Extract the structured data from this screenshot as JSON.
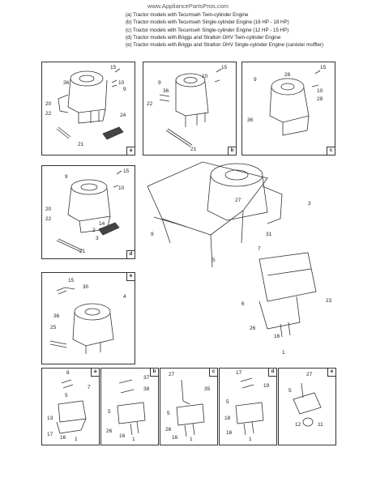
{
  "watermark": "www.AppliancePartsPros.com",
  "legend": [
    "(a)  Tractor models with Tecumseh Twin-cylinder Engine",
    "(b)  Tractor models with Tecumseh Single-cylinder Engine (16 HP - 18 HP)",
    "(c)  Tractor models with Tecumseh Single-cylinder Engine (12 HP - 15 HP)",
    "(d)  Tractor models with Briggs and Stratton OHV Twin-cylinder Engine",
    "(e)  Tractor models with Briggs and Stratton OHV Single-cylinder Engine (canister muffler)"
  ],
  "panels": {
    "a": {
      "tag": "a",
      "labels": [
        "15",
        "36",
        "10",
        "9",
        "20",
        "22",
        "24",
        "21"
      ]
    },
    "b": {
      "tag": "b",
      "labels": [
        "15",
        "9",
        "10",
        "36",
        "22",
        "21"
      ]
    },
    "c": {
      "tag": "c",
      "labels": [
        "15",
        "9",
        "28",
        "10",
        "29",
        "36"
      ]
    },
    "d": {
      "tag": "d",
      "labels": [
        "15",
        "9",
        "10",
        "20",
        "22",
        "14",
        "2",
        "3",
        "21"
      ]
    },
    "e": {
      "tag": "e",
      "labels": [
        "15",
        "30",
        "4",
        "36",
        "25"
      ]
    },
    "ma": {
      "tag": "a",
      "labels": [
        "8",
        "7",
        "13",
        "17",
        "16",
        "1",
        "5"
      ]
    },
    "mb": {
      "tag": "b",
      "labels": [
        "37",
        "38",
        "5",
        "26",
        "16",
        "1"
      ]
    },
    "mc": {
      "tag": "c",
      "labels": [
        "27",
        "35",
        "5",
        "26",
        "16",
        "1"
      ]
    },
    "md": {
      "tag": "d",
      "labels": [
        "17",
        "19",
        "5",
        "18",
        "16",
        "1"
      ]
    },
    "me": {
      "tag": "e",
      "labels": [
        "27",
        "5",
        "12",
        "11"
      ]
    }
  },
  "main_labels": [
    "27",
    "3",
    "9",
    "5",
    "31",
    "7",
    "6",
    "23",
    "26",
    "16",
    "1"
  ]
}
